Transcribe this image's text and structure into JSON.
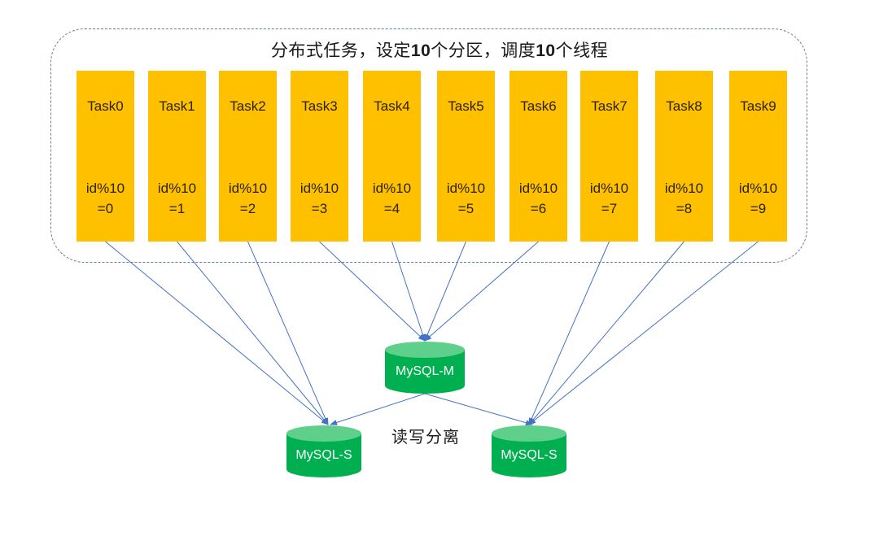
{
  "title": {
    "part1": "分布式任务，设定",
    "num1": "10",
    "part2": "个分区，调度",
    "num2": "10",
    "part3": "个线程"
  },
  "tasks": [
    {
      "name": "Task0",
      "mod": "id%10",
      "eq": "=0",
      "target": "slave_left"
    },
    {
      "name": "Task1",
      "mod": "id%10",
      "eq": "=1",
      "target": "slave_left"
    },
    {
      "name": "Task2",
      "mod": "id%10",
      "eq": "=2",
      "target": "slave_left"
    },
    {
      "name": "Task3",
      "mod": "id%10",
      "eq": "=3",
      "target": "master"
    },
    {
      "name": "Task4",
      "mod": "id%10",
      "eq": "=4",
      "target": "master"
    },
    {
      "name": "Task5",
      "mod": "id%10",
      "eq": "=5",
      "target": "master"
    },
    {
      "name": "Task6",
      "mod": "id%10",
      "eq": "=6",
      "target": "master"
    },
    {
      "name": "Task7",
      "mod": "id%10",
      "eq": "=7",
      "target": "slave_right"
    },
    {
      "name": "Task8",
      "mod": "id%10",
      "eq": "=8",
      "target": "slave_right"
    },
    {
      "name": "Task9",
      "mod": "id%10",
      "eq": "=9",
      "target": "slave_right"
    }
  ],
  "databases": {
    "master": {
      "label": "MySQL-M"
    },
    "slave_left": {
      "label": "MySQL-S"
    },
    "slave_right": {
      "label": "MySQL-S"
    }
  },
  "replication": {
    "from": "master",
    "to": [
      "slave_left",
      "slave_right"
    ]
  },
  "separation_label": "读写分离",
  "colors": {
    "task_fill": "#ffc000",
    "db_body": "#00b050",
    "db_top": "#5fcf8c",
    "arrow": "#4472c4",
    "group_border": "#6b7aa1"
  }
}
